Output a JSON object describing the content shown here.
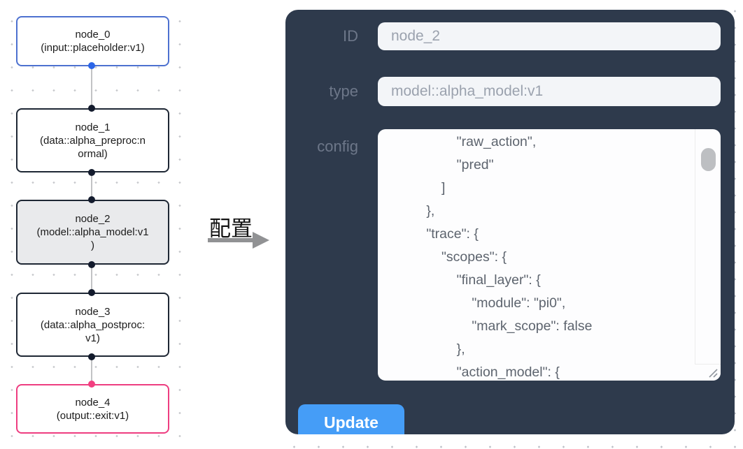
{
  "flow": {
    "nodes": [
      {
        "title": "node_0",
        "subtitle": "(input::placeholder:v1)",
        "role": "input"
      },
      {
        "title": "node_1",
        "subtitle": "(data::alpha_preproc:n\normal)",
        "role": "default"
      },
      {
        "title": "node_2",
        "subtitle": "(model::alpha_model:v1\n)",
        "role": "selected"
      },
      {
        "title": "node_3",
        "subtitle": "(data::alpha_postproc:\nv1)",
        "role": "default"
      },
      {
        "title": "node_4",
        "subtitle": "(output::exit:v1)",
        "role": "output"
      }
    ]
  },
  "annotation": {
    "label": "配置"
  },
  "panel": {
    "id_label": "ID",
    "id_value": "node_2",
    "type_label": "type",
    "type_value": "model::alpha_model:v1",
    "config_label": "config",
    "config_value": "                \"raw_action\",\n                \"pred\"\n            ]\n        },\n        \"trace\": {\n            \"scopes\": {\n                \"final_layer\": {\n                    \"module\": \"pi0\",\n                    \"mark_scope\": false\n                },\n                \"action_model\": {",
    "update_label": "Update"
  },
  "colors": {
    "panel_bg": "#2e3a4c",
    "button_blue": "#459df7",
    "input_node_border": "#4d71d0",
    "output_node_border": "#ee3d80",
    "selected_node_bg": "#e9eaec",
    "default_node_border": "#1e2734",
    "port_blue": "#2b65e8",
    "port_pink": "#f23f80",
    "input_field_bg": "#f3f5f8",
    "input_text": "#9ba2ae",
    "config_text": "#5d646e"
  }
}
